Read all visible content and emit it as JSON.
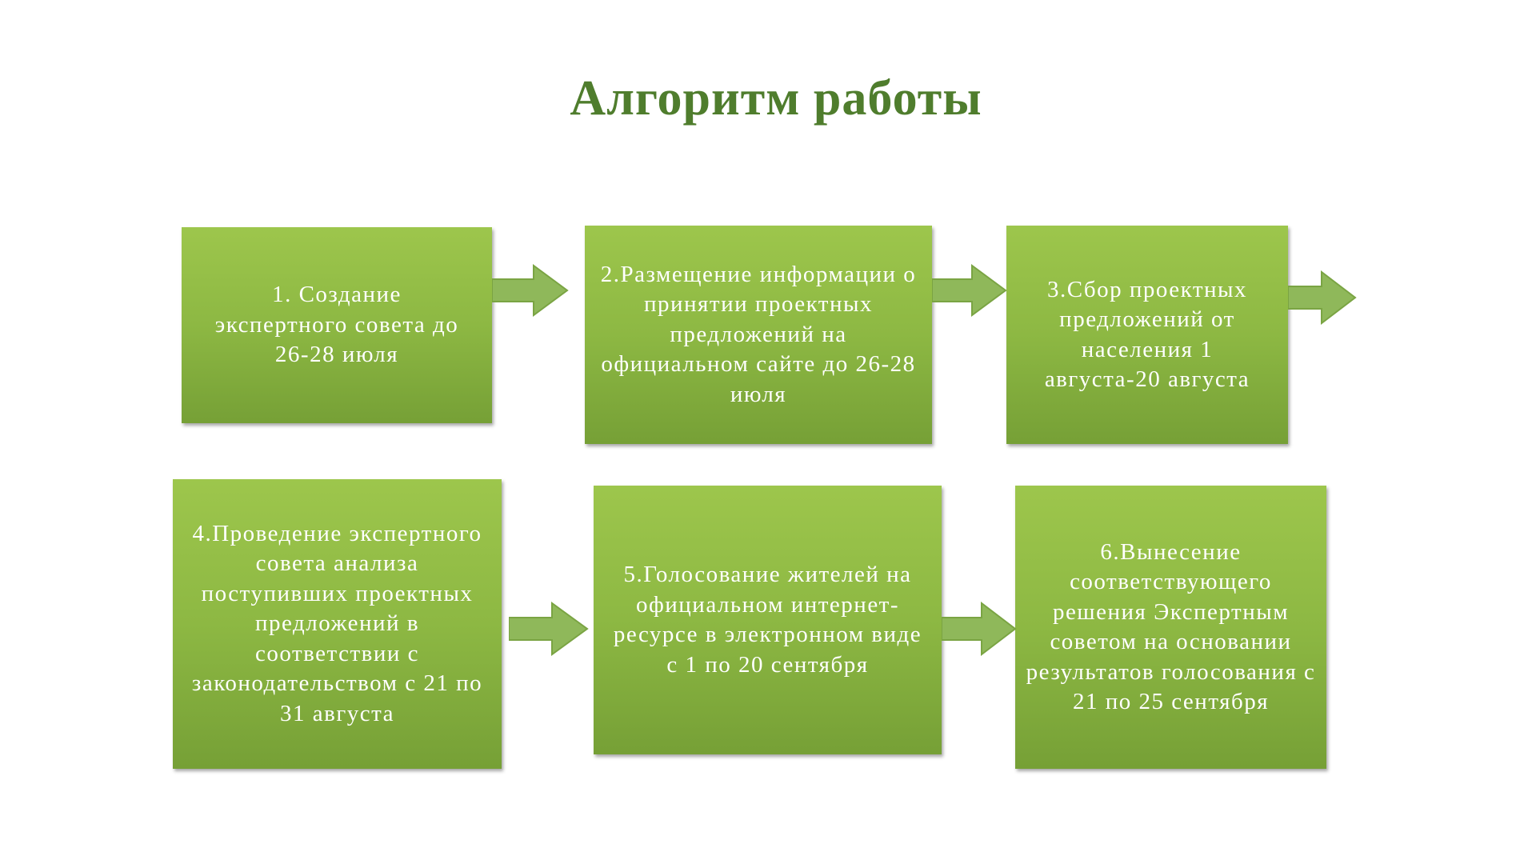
{
  "title": "Алгоритм работы",
  "steps": [
    {
      "text": "1. Создание экспертного совета до 26-28 июля"
    },
    {
      "text": "2.Размещение информации о принятии проектных предложений на официальном сайте до 26-28 июля"
    },
    {
      "text": "3.Сбор проектных предложений от населения 1 августа-20 августа"
    },
    {
      "text": "4.Проведение экспертного совета анализа поступивших проектных предложений в соответствии с законодательством с 21 по 31 августа"
    },
    {
      "text": "5.Голосование жителей на официальном интернет-ресурсе в электронном виде с 1 по 20 сентября"
    },
    {
      "text": "6.Вынесение соответствующего решения Экспертным советом на основании результатов голосования с 21 по 25 сентября"
    }
  ],
  "colors": {
    "title": "#4f7d2d",
    "box_top": "#9dc64c",
    "box_bottom": "#76a036",
    "arrow": "#8fb85a"
  }
}
